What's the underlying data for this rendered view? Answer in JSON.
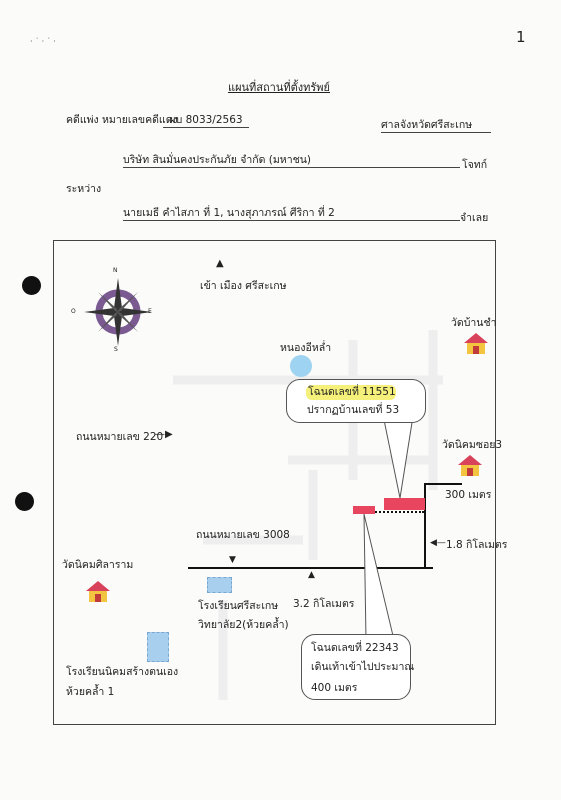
{
  "page_number": "1",
  "header": {
    "title": "แผนที่สถานที่ตั้งทรัพย์",
    "case_label": "คดีแพ่ง หมายเลขคดีแดง",
    "case_number": "ผบ 8033/2563",
    "court": "ศาลจังหวัดศรีสะเกษ",
    "plaintiff": "บริษัท สินมั่นคงประกันภัย จำกัด (มหาชน)",
    "plaintiff_role": "โจทก์",
    "between": "ระหว่าง",
    "defendants": "นายเมธี คำไสภา ที่ 1, นางสุภาภรณ์ ศีริกา ที่ 2",
    "defendant_role": "จำเลย"
  },
  "map": {
    "compass": {
      "n": "N",
      "s": "S",
      "e": "E",
      "w": "O"
    },
    "to_city": "เข้า เมือง ศรีสะเกษ",
    "pond": "หนองอีหล่ำ",
    "temple_ban_cha": "วัดบ้านชำ",
    "temple_nikhom_soi3": "วัดนิคมซอย3",
    "temple_nikhom_sirawan": "วัดนิคมศิลาราม",
    "road_220": "ถนนหมายเลข 220",
    "road_3008": "ถนนหมายเลข 3008",
    "dist_300": "300 เมตร",
    "dist_1_8": "1.8 กิโลเมตร",
    "dist_3_2": "3.2 กิโลเมตร",
    "school_1_line1": "โรงเรียนศรีสะเกษ",
    "school_1_line2": "วิทยาลัย2(ห้วยคล้ำ)",
    "school_2_line1": "โรงเรียนนิคมสร้างตนเอง",
    "school_2_line2": "ห้วยคล้ำ 1",
    "deed_1_label": "โฉนดเลขที่ 11551",
    "deed_1_house": "ปรากฏบ้านเลขที่ 53",
    "deed_2_label": "โฉนดเลขที่ 22343",
    "deed_2_line2": "เดินเท้าเข้าไปประมาณ",
    "deed_2_line3": "400 เมตร"
  },
  "colors": {
    "land_plot": "#e8465f",
    "pond": "#9fd3f2",
    "school": "#a9cfee",
    "highlight": "#f5f07a",
    "compass": "#7b5a92"
  }
}
